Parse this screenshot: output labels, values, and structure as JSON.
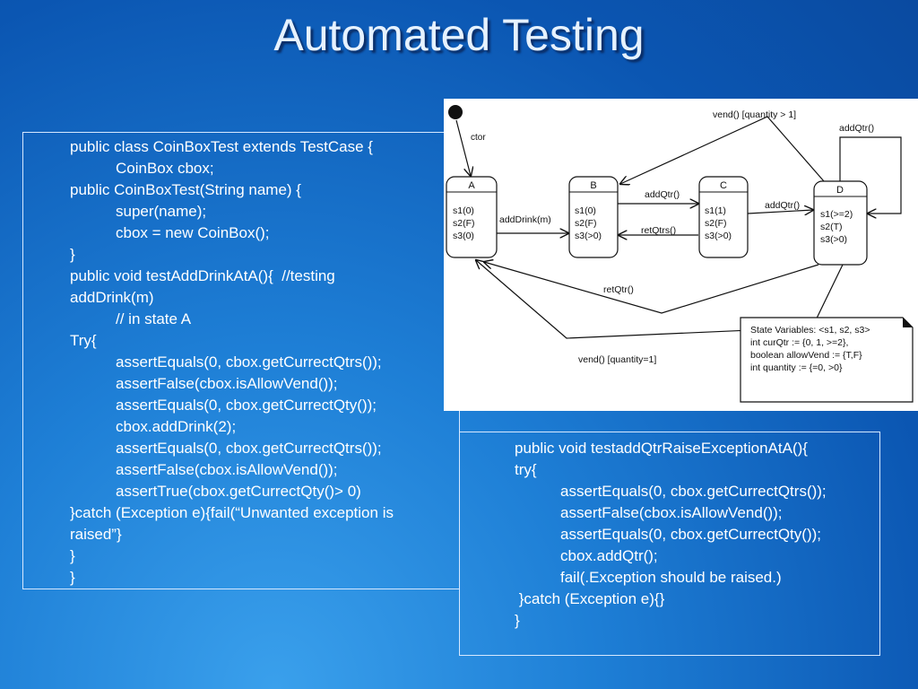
{
  "slide": {
    "title": "Automated Testing"
  },
  "code_left": {
    "lines": [
      {
        "indent": 0,
        "text": "public class CoinBoxTest extends TestCase {"
      },
      {
        "indent": 1,
        "text": "CoinBox cbox;"
      },
      {
        "indent": 0,
        "text": "public CoinBoxTest(String name) {"
      },
      {
        "indent": 1,
        "text": "super(name);"
      },
      {
        "indent": 1,
        "text": "cbox = new CoinBox();"
      },
      {
        "indent": 0,
        "text": "}"
      },
      {
        "indent": 0,
        "text": "public void testAddDrinkAtA(){  //testing"
      },
      {
        "indent": 0,
        "text": "addDrink(m)"
      },
      {
        "indent": 1,
        "text": "// in state A"
      },
      {
        "indent": 0,
        "text": "Try{"
      },
      {
        "indent": 1,
        "text": "assertEquals(0, cbox.getCurrectQtrs());"
      },
      {
        "indent": 1,
        "text": "assertFalse(cbox.isAllowVend());"
      },
      {
        "indent": 1,
        "text": "assertEquals(0, cbox.getCurrectQty());"
      },
      {
        "indent": 1,
        "text": "cbox.addDrink(2);"
      },
      {
        "indent": 1,
        "text": "assertEquals(0, cbox.getCurrectQtrs());"
      },
      {
        "indent": 1,
        "text": "assertFalse(cbox.isAllowVend());"
      },
      {
        "indent": 1,
        "text": "assertTrue(cbox.getCurrectQty()> 0)"
      },
      {
        "indent": 0,
        "text": "}catch (Exception e){fail(“Unwanted exception is"
      },
      {
        "indent": 0,
        "text": "raised”}"
      },
      {
        "indent": 0,
        "text": "}"
      },
      {
        "indent": 0,
        "text": "}"
      }
    ]
  },
  "code_right": {
    "lines": [
      {
        "indent": 0,
        "text": "public void testaddQtrRaiseExceptionAtA(){"
      },
      {
        "indent": 0,
        "text": "try{"
      },
      {
        "indent": 1,
        "text": "assertEquals(0, cbox.getCurrectQtrs());"
      },
      {
        "indent": 1,
        "text": "assertFalse(cbox.isAllowVend());"
      },
      {
        "indent": 1,
        "text": "assertEquals(0, cbox.getCurrectQty());"
      },
      {
        "indent": 1,
        "text": "cbox.addQtr();"
      },
      {
        "indent": 1,
        "text": "fail(.Exception should be raised.)"
      },
      {
        "indent": 0,
        "text": " }catch (Exception e){}"
      },
      {
        "indent": 0,
        "text": "}"
      }
    ]
  },
  "state_diagram": {
    "states": [
      {
        "name": "A",
        "vars": [
          "s1(0)",
          "s2(F)",
          "s3(0)"
        ]
      },
      {
        "name": "B",
        "vars": [
          "s1(0)",
          "s2(F)",
          "s3(>0)"
        ]
      },
      {
        "name": "C",
        "vars": [
          "s1(1)",
          "s2(F)",
          "s3(>0)"
        ]
      },
      {
        "name": "D",
        "vars": [
          "s1(>=2)",
          "s2(T)",
          "s3(>0)"
        ]
      }
    ],
    "transitions": {
      "ctor": "ctor",
      "a_to_b": "addDrink(m)",
      "b_to_c": "addQtr()",
      "c_to_b": "retQtrs()",
      "c_to_d": "addQtr()",
      "d_self": "addQtr()",
      "d_to_b": "vend() [quantity > 1]",
      "d_to_a_ret": "retQtr()",
      "d_to_a_vend": "vend() [quantity=1]"
    },
    "note_lines": [
      "State Variables: <s1, s2, s3>",
      "int curQtr := {0, 1, >=2},",
      "boolean allowVend := {T,F}",
      "int quantity := {=0, >0}"
    ]
  }
}
